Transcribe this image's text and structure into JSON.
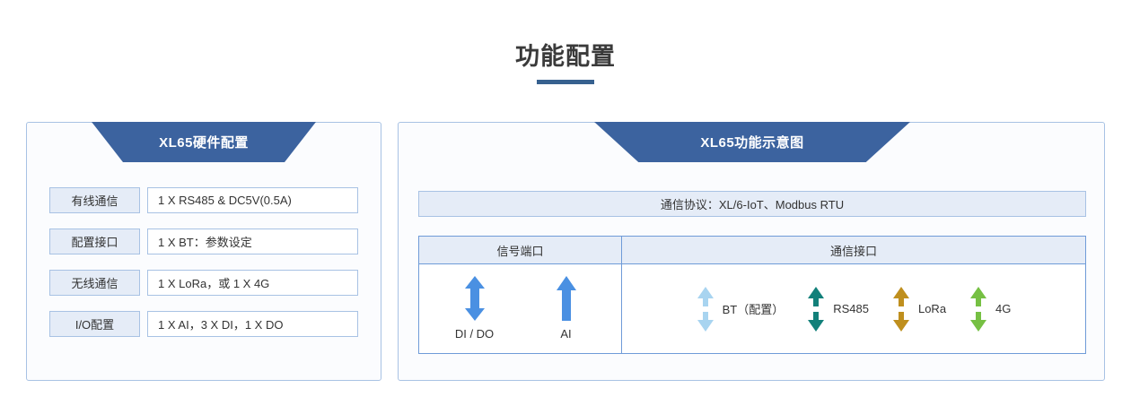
{
  "page": {
    "title": "功能配置",
    "accent_color": "#37618f",
    "banner_color": "#3c639f",
    "border_color": "#a8c2e4",
    "label_bg_color": "#e5ecf7"
  },
  "left_panel": {
    "banner_title": "XL65硬件配置",
    "rows": [
      {
        "label": "有线通信",
        "value": "1 X RS485 & DC5V(0.5A)"
      },
      {
        "label": "配置接口",
        "value": "1 X BT：参数设定"
      },
      {
        "label": "无线通信",
        "value": "1 X LoRa，或 1 X 4G"
      },
      {
        "label": "I/O配置",
        "value": "1 X AI，3 X DI，1 X DO"
      }
    ]
  },
  "right_panel": {
    "banner_title": "XL65功能示意图",
    "protocol_bar": "通信协议：XL/6-IoT、Modbus RTU",
    "table": {
      "headers": [
        "信号端口",
        "通信接口"
      ],
      "signal_ports": [
        {
          "label": "DI / DO",
          "icon": "double-arrow-icon",
          "color": "#4a90e2",
          "direction": "bidirectional"
        },
        {
          "label": "AI",
          "icon": "up-arrow-icon",
          "color": "#4a90e2",
          "direction": "up"
        }
      ],
      "comm_ports": [
        {
          "label": "BT（配置）",
          "icon": "double-arrow-icon",
          "color": "#a8d4f0",
          "direction": "bidirectional"
        },
        {
          "label": "RS485",
          "icon": "double-arrow-icon",
          "color": "#12807a",
          "direction": "bidirectional"
        },
        {
          "label": "LoRa",
          "icon": "double-arrow-icon",
          "color": "#bf8f1e",
          "direction": "bidirectional"
        },
        {
          "label": "4G",
          "icon": "double-arrow-icon",
          "color": "#76c043",
          "direction": "bidirectional"
        }
      ]
    }
  }
}
